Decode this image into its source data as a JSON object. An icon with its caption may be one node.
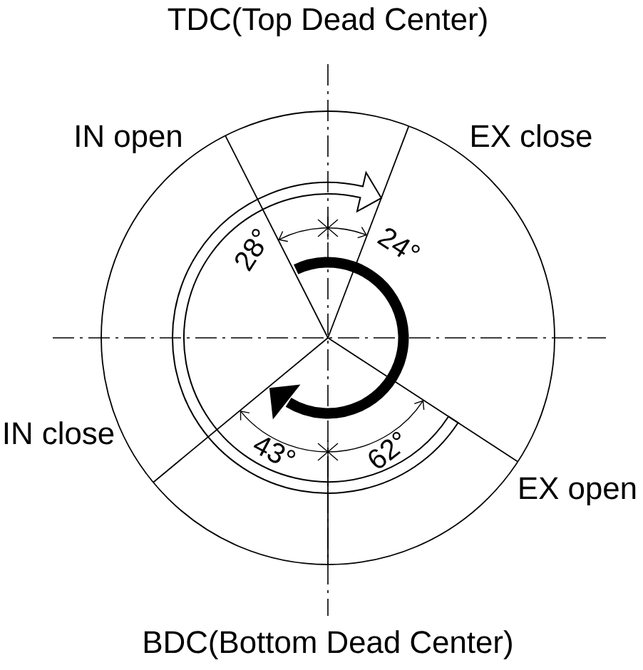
{
  "diagram": {
    "labels": [
      "TDC(Top Dead Center)",
      "IN open",
      "EX close",
      "28°",
      "24°",
      "IN close",
      "43°",
      "62°",
      "EX open",
      "BDC(Bottom Dead Center)"
    ]
  }
}
